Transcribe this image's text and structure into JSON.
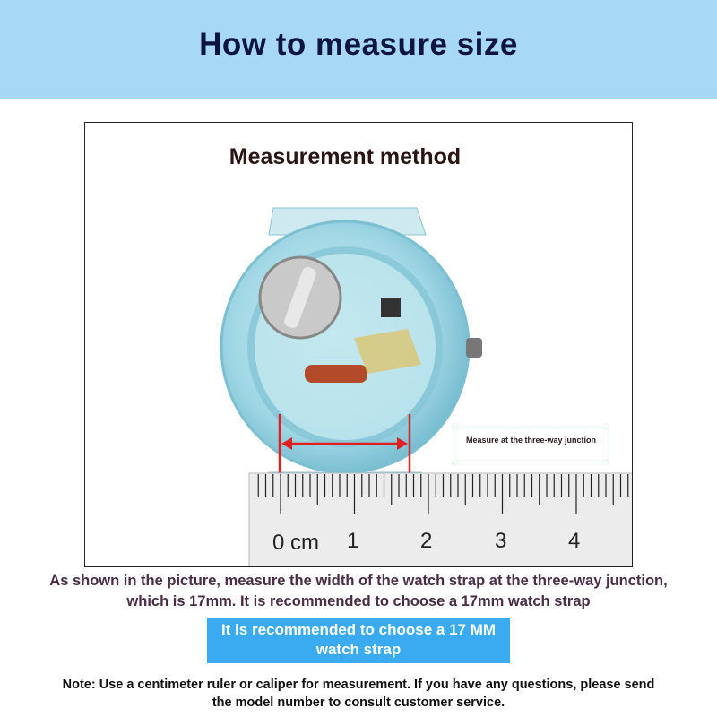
{
  "header": {
    "title": "How to measure size"
  },
  "figure": {
    "title": "Measurement method",
    "callout": "Measure at the three-way junction",
    "ruler_labels": [
      "0 cm",
      "1",
      "2",
      "3",
      "4"
    ],
    "measured_width_cm": 1.7
  },
  "description": "As shown in the picture, measure the width of the watch strap at the three-way junction, which is 17mm. It is recommended to choose a 17mm watch strap",
  "recommend_button": "It is recommended to choose a 17 MM watch strap",
  "note": "Note: Use a centimeter ruler or caliper for measurement. If you have any questions, please send the model number to consult customer service.",
  "colors": {
    "header_bg": "#a7d8f6",
    "button_bg": "#3aabf0",
    "arrow": "#e02020"
  }
}
